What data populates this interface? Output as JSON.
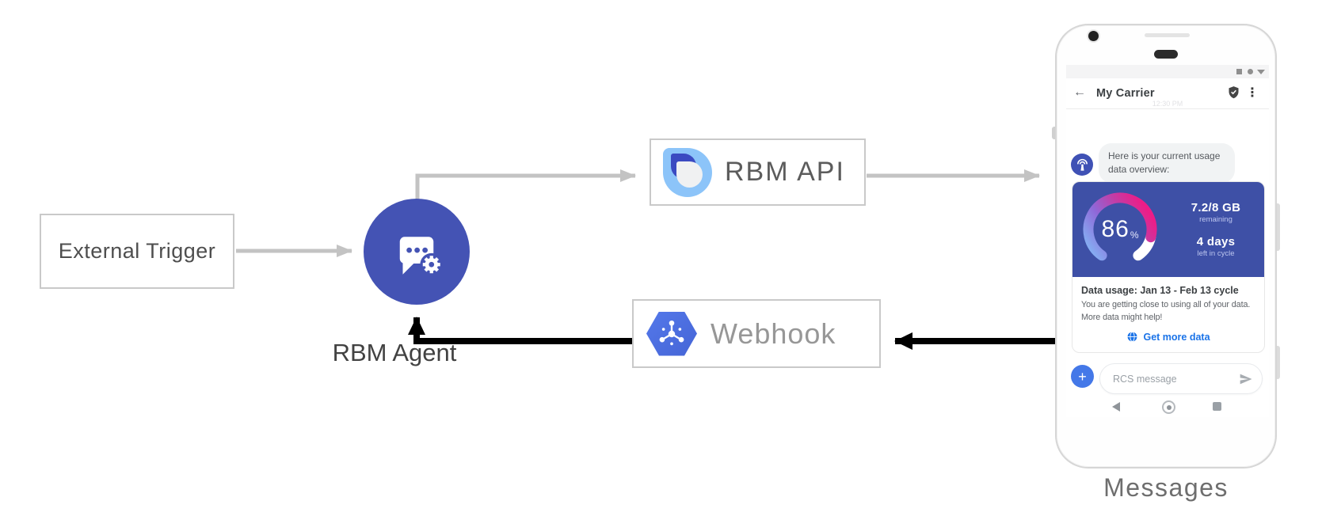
{
  "diagram": {
    "external_trigger_label": "External Trigger",
    "rbm_agent_label": "RBM Agent",
    "rbm_api_label": "RBM API",
    "webhook_label": "Webhook",
    "device_caption": "Messages"
  },
  "phone": {
    "header": {
      "back_icon": "←",
      "title": "My Carrier",
      "menu_icon": "⋮"
    },
    "conversation": {
      "timestamp": "12:30 PM",
      "agent_message": "Here is your current usage data overview:"
    },
    "usage_card": {
      "gauge_percent": "86",
      "gauge_percent_sign": "%",
      "remaining_value": "7.2/8 GB",
      "remaining_label": "remaining",
      "cycle_days_value": "4 days",
      "cycle_days_label": "left in cycle",
      "title": "Data usage: Jan 13 - Feb 13 cycle",
      "body_line1": "You are getting close to using all of your data.",
      "body_line2": "More data might help!",
      "action_label": "Get more data"
    },
    "composer": {
      "plus_icon": "+",
      "placeholder": "RCS message"
    }
  },
  "colors": {
    "agent_circle": "#4453b4",
    "card_indigo": "#3e50a6",
    "webhook_hexagon": "#4c6fe1",
    "api_logo_light_blue": "#8cc4f9",
    "api_logo_dark_blue": "#3b4ac1",
    "gauge_gradient": [
      "#85adf2",
      "#8f68d8",
      "#ec1d87"
    ],
    "action_blue": "#1a73e8",
    "arrow_gray": "#c3c3c3",
    "arrow_black": "#000000"
  }
}
